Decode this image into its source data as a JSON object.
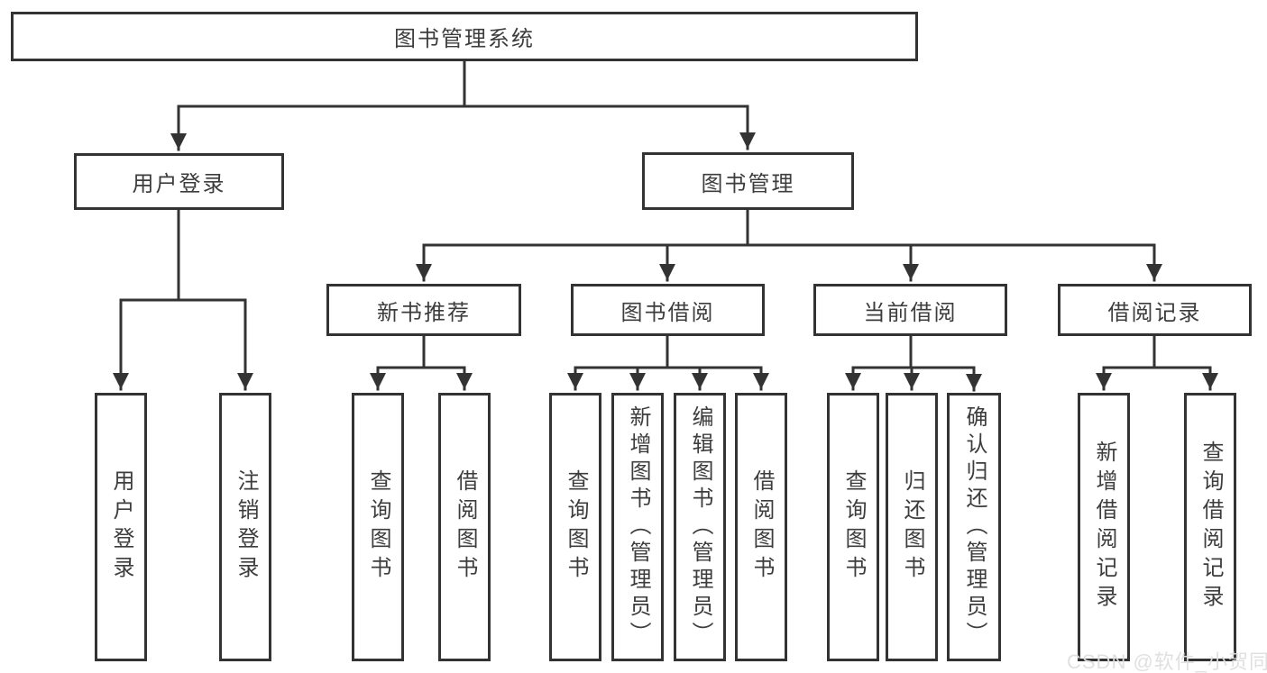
{
  "diagram": {
    "title": "图书管理系统",
    "level2": {
      "user_login": "用户登录",
      "book_mgmt": "图书管理"
    },
    "level3": {
      "new_books": "新书推荐",
      "book_borrow": "图书借阅",
      "current_borrow": "当前借阅",
      "borrow_records": "借阅记录"
    },
    "leaves": {
      "user_login": "用户登录",
      "logout": "注销登录",
      "nb_query": "查询图书",
      "nb_borrow": "借阅图书",
      "bb_query": "查询图书",
      "bb_add": "新增图书（管理员）",
      "bb_edit": "编辑图书（管理员）",
      "bb_borrow": "借阅图书",
      "cb_query": "查询图书",
      "cb_return": "归还图书",
      "cb_confirm": "确认归还（管理员）",
      "br_add": "新增借阅记录",
      "br_query": "查询借阅记录"
    },
    "watermark": "CSDN @软件_小贺同学",
    "colors": {
      "line": "#333333",
      "text": "#3d3d3d",
      "background": "#ffffff",
      "watermark": "#dedede"
    }
  }
}
